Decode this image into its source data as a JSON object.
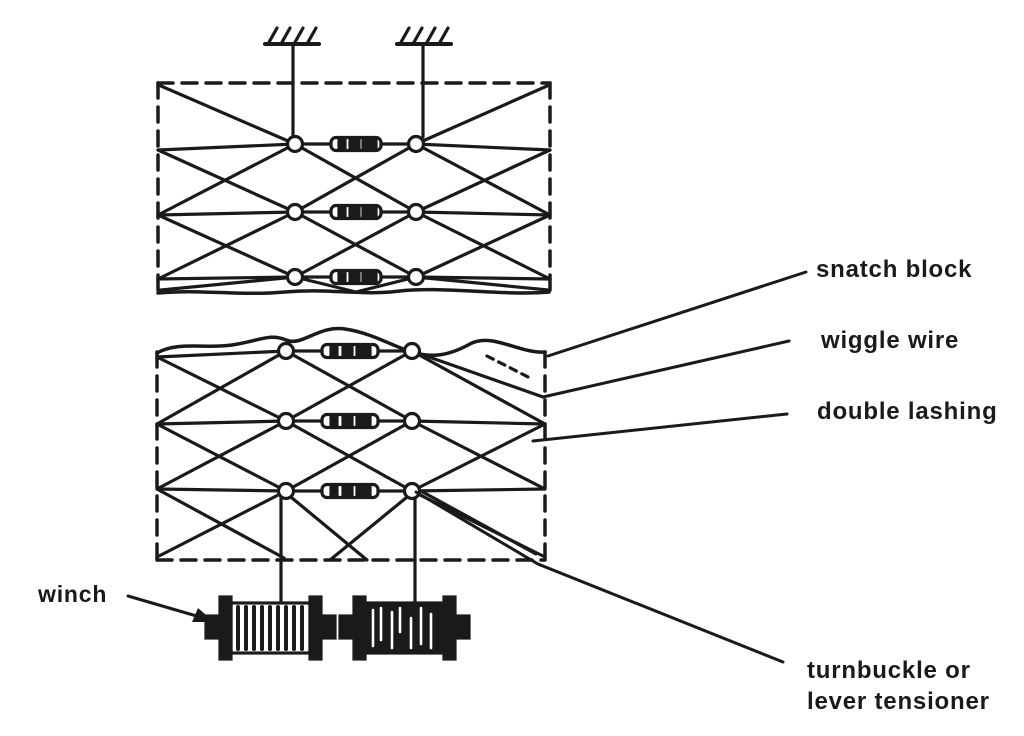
{
  "page": {
    "background": "#ffffff",
    "ink": "#1a1a1a"
  },
  "labels": {
    "winch": "winch",
    "snatch_block": "snatch block",
    "wiggle_wire": "wiggle wire",
    "double_lashing": "double lashing",
    "turnbuckle_line1": "turnbuckle or",
    "turnbuckle_line2": "lever tensioner"
  }
}
